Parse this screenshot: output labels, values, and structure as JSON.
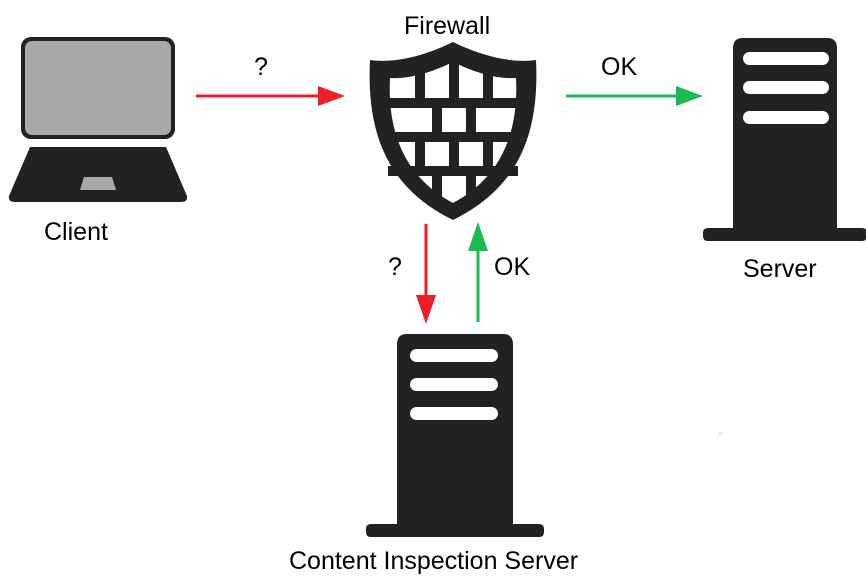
{
  "nodes": {
    "client": {
      "label": "Client",
      "icon": "laptop-icon"
    },
    "firewall": {
      "label": "Firewall",
      "icon": "firewall-shield-icon"
    },
    "server": {
      "label": "Server",
      "icon": "server-tower-icon"
    },
    "inspection": {
      "label": "Content Inspection Server",
      "icon": "server-tower-icon"
    }
  },
  "edges": {
    "client_to_firewall": {
      "label": "?",
      "color": "#ee1c24"
    },
    "firewall_to_server": {
      "label": "OK",
      "color": "#1db954"
    },
    "firewall_to_inspection": {
      "label": "?",
      "color": "#ee1c24"
    },
    "inspection_to_firewall": {
      "label": "OK",
      "color": "#1db954"
    }
  },
  "colors": {
    "icon_dark": "#222222",
    "laptop_screen": "#a9a9a9",
    "background": "#ffffff"
  }
}
